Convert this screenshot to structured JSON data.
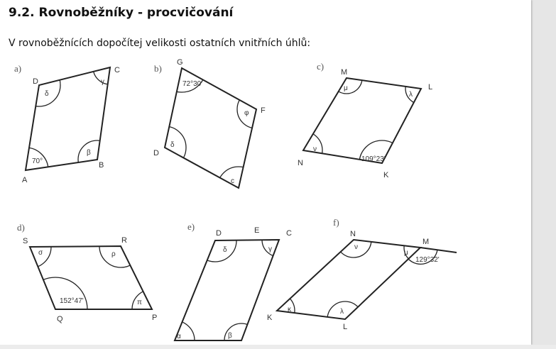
{
  "title": "9.2.  Rovnoběžníky - procvičování",
  "instruction": "V rovnoběžnících dopočítej velikosti ostatních vnitřních úhlů:",
  "figures": {
    "a": {
      "label": "a)",
      "vertices": [
        "A",
        "B",
        "C",
        "D"
      ],
      "angles": [
        "70°",
        "β",
        "γ",
        "δ"
      ]
    },
    "b": {
      "label": "b)",
      "vertices": [
        "G",
        "F",
        "D"
      ],
      "angles": [
        "72°30'",
        "φ",
        "c",
        "δ"
      ]
    },
    "c": {
      "label": "c)",
      "vertices": [
        "M",
        "L",
        "K",
        "N"
      ],
      "angles": [
        "μ",
        "λ",
        "109°23'",
        "ν"
      ]
    },
    "d": {
      "label": "d)",
      "vertices": [
        "S",
        "R",
        "P",
        "Q"
      ],
      "angles": [
        "σ",
        "ρ",
        "π",
        "152°47'"
      ]
    },
    "e": {
      "label": "e)",
      "vertices": [
        "D",
        "E",
        "C"
      ],
      "angles": [
        "δ",
        "γ",
        "β",
        "α"
      ]
    },
    "f": {
      "label": "f)",
      "vertices": [
        "N",
        "M",
        "L",
        "K"
      ],
      "angles": [
        "ν",
        "μ",
        "λ",
        "κ",
        "129°32'"
      ]
    }
  }
}
